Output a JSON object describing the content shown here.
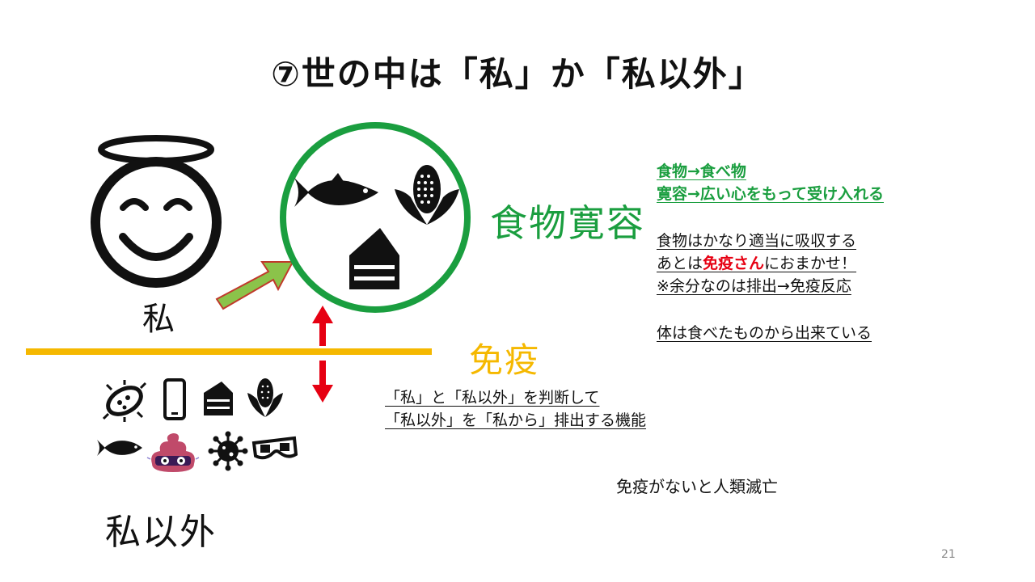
{
  "title": "⑦世の中は「私」か「私以外」",
  "self_label": "私",
  "others_label": "私以外",
  "food_tolerance_label": "食物寛容",
  "immunity_label": "免疫",
  "notes": {
    "definitions": [
      "食物→食べ物",
      "寛容→広い心をもって受け入れる"
    ],
    "line1": "食物はかなり適当に吸収する",
    "line2_prefix": "あとは",
    "line2_highlight": "免疫さん",
    "line2_suffix": "におまかせ！",
    "line3": "※余分なのは排出→免疫反応",
    "body_note": "体は食べたものから出来ている"
  },
  "immune_description": [
    "「私」と「私以外」を判断して",
    "「私以外」を「私から」排出する機能"
  ],
  "extinction_note": "免疫がないと人類滅亡",
  "page_number": "21",
  "colors": {
    "green": "#1a9e3f",
    "yellow": "#f5b800",
    "red": "#e60012",
    "arrow_fill": "#8bc34a",
    "arrow_stroke": "#c0392b"
  },
  "icons": {
    "self": "angel-smiley-icon",
    "inside_circle": [
      "fish-icon",
      "corn-icon",
      "cake-icon"
    ],
    "others_row1": [
      "bacteria-icon",
      "smartphone-icon",
      "cake-icon",
      "corn-icon"
    ],
    "others_row2": [
      "fish-icon",
      "poop-icon",
      "virus-icon",
      "3d-glasses-icon"
    ]
  }
}
